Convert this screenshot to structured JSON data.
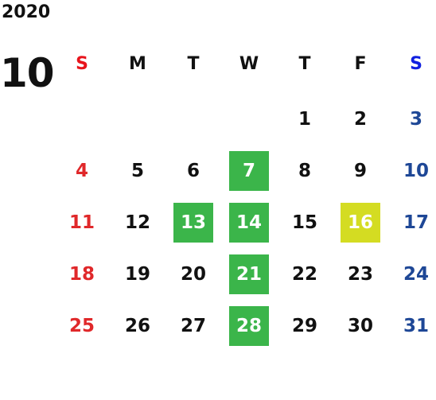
{
  "calendar": {
    "year": "2020",
    "month": "10",
    "weekdays": [
      "S",
      "M",
      "T",
      "W",
      "T",
      "F",
      "S"
    ],
    "first_weekday_index": 4,
    "days_in_month": 31,
    "highlighted_green": [
      7,
      13,
      14,
      21,
      28
    ],
    "highlighted_yellow": [
      16
    ]
  },
  "colors": {
    "sunday_header": "#e8141c",
    "saturday_header": "#1020e0",
    "sunday_date": "#e0282a",
    "saturday_date": "#1e4796",
    "weekday_text": "#111111",
    "highlight_green": "#3bb54a",
    "highlight_yellow": "#d4dc22",
    "highlight_text": "#ffffff"
  }
}
